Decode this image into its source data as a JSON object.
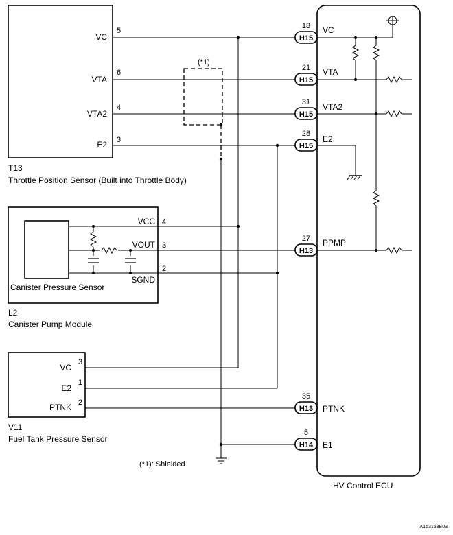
{
  "throttle_sensor": {
    "code": "T13",
    "name": "Throttle Position Sensor (Built into Throttle Body)",
    "pins": [
      {
        "label": "VC",
        "num": "5"
      },
      {
        "label": "VTA",
        "num": "6"
      },
      {
        "label": "VTA2",
        "num": "4"
      },
      {
        "label": "E2",
        "num": "3"
      }
    ]
  },
  "pump_module": {
    "code": "L2",
    "name": "Canister Pump Module",
    "inner_name": "Canister Pressure Sensor",
    "pins": [
      {
        "label": "VCC",
        "num": "4"
      },
      {
        "label": "VOUT",
        "num": "3"
      },
      {
        "label": "SGND",
        "num": "2"
      }
    ]
  },
  "fuel_sensor": {
    "code": "V11",
    "name": "Fuel Tank Pressure Sensor",
    "pins": [
      {
        "label": "VC",
        "num": "3"
      },
      {
        "label": "E2",
        "num": "1"
      },
      {
        "label": "PTNK",
        "num": "2"
      }
    ]
  },
  "ecu": {
    "name": "HV Control ECU",
    "terminals": [
      {
        "label": "VC",
        "num": "18",
        "connector": "H15"
      },
      {
        "label": "VTA",
        "num": "21",
        "connector": "H15"
      },
      {
        "label": "VTA2",
        "num": "31",
        "connector": "H15"
      },
      {
        "label": "E2",
        "num": "28",
        "connector": "H15"
      },
      {
        "label": "PPMP",
        "num": "27",
        "connector": "H13"
      },
      {
        "label": "PTNK",
        "num": "35",
        "connector": "H13"
      },
      {
        "label": "E1",
        "num": "5",
        "connector": "H14"
      }
    ]
  },
  "shield": {
    "mark": "(*1)",
    "note": "(*1): Shielded"
  },
  "figure_id": "A153158E03"
}
